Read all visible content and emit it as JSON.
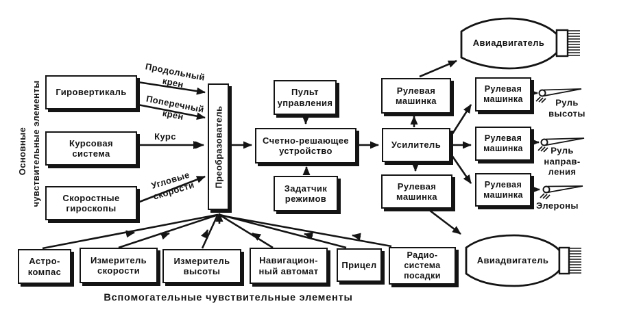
{
  "labels": {
    "gyro_vertical": "Гировертикаль",
    "course_system": "Курсовая\nсистема",
    "rate_gyros": "Скоростные\nгироскопы",
    "converter": "Преобразователь",
    "control_panel": "Пульт\nуправления",
    "computer": "Счетно-решающее\nустройство",
    "mode_setter": "Задатчик\nрежимов",
    "steering_machine": "Рулевая\nмашинка",
    "amplifier": "Усилитель",
    "engine": "Авиадвигатель",
    "astro_compass": "Астро-\nкомпас",
    "speed_meter": "Измеритель\nскорости",
    "altitude_meter": "Измеритель\nвысоты",
    "nav_automat": "Навигацион-\nный автомат",
    "sight": "Прицел",
    "radio_landing": "Радио-\nсистема\nпосадки"
  },
  "signals": {
    "longitudinal_roll": "Продольный\nкрен",
    "lateral_roll": "Поперечный\nкрен",
    "course": "Курс",
    "angular_rates": "Угловые\nскорости"
  },
  "surfaces": {
    "elevator": "Руль\nвысоты",
    "rudder": "Руль\nнаправ-\nления",
    "ailerons": "Элероны"
  },
  "captions": {
    "left_line1": "Основные",
    "left_line2": "чувствительные элементы",
    "bottom": "Вспомогательные чувствительные элементы"
  },
  "colors": {
    "ink": "#141414",
    "background": "#ffffff"
  }
}
